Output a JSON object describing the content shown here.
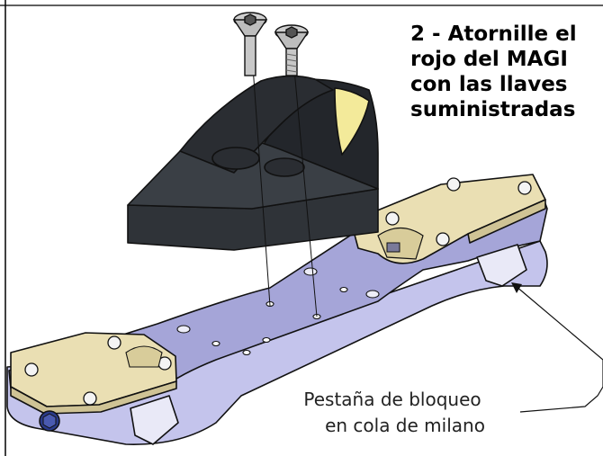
{
  "instruction": {
    "lines": [
      "2 - Atornille el",
      "rojo del MAGI",
      "con las llaves",
      "suministradas"
    ]
  },
  "callout": {
    "line1": "Pestaña de bloqueo",
    "line2": "en cola de milano"
  },
  "colors": {
    "base_body": "#bfbfe8",
    "base_top": "#9e9ed6",
    "pads": "#eadfb3",
    "sight": "#2f3338",
    "lens": "#f3ea9a",
    "outline": "#111111"
  },
  "icons": [
    "screw-icon",
    "screw-icon",
    "hex-bolt-icon"
  ]
}
